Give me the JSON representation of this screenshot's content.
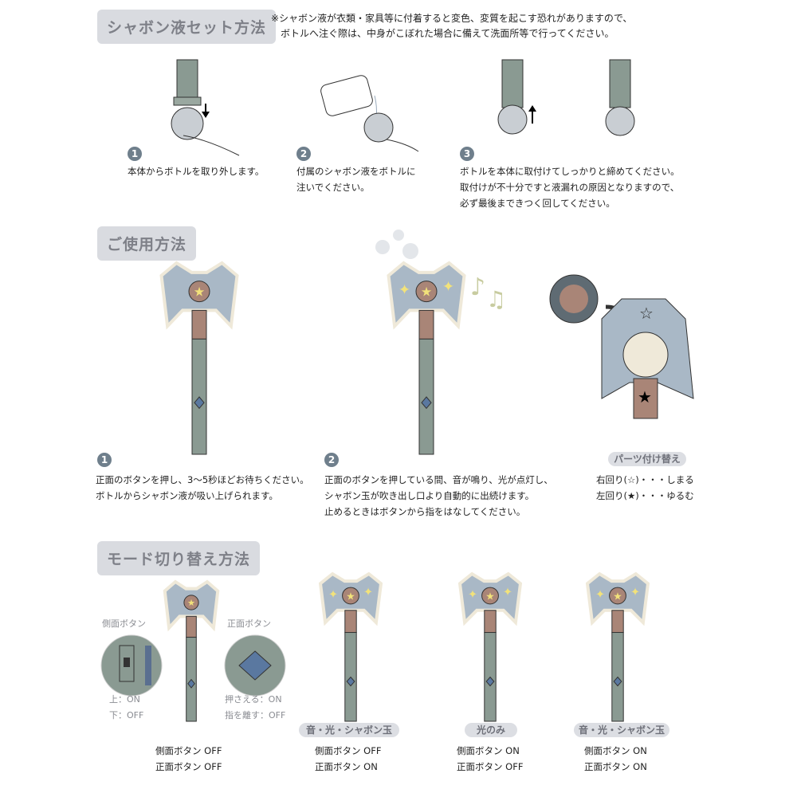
{
  "sections": {
    "setup": {
      "title": "シャボン液セット方法",
      "note_lines": [
        "※シャボン液が衣類・家具等に付着すると変色、変質を起こす恐れがありますので、",
        "ボトルへ注ぐ際は、中身がこぼれた場合に備えて洗面所等で行ってください。"
      ],
      "steps": [
        {
          "number": "1",
          "lines": [
            "本体からボトルを取り外します。"
          ]
        },
        {
          "number": "2",
          "lines": [
            "付属のシャボン液をボトルに",
            "注いでください。"
          ]
        },
        {
          "number": "3",
          "lines": [
            "ボトルを本体に取付けてしっかりと締めてください。",
            "取付けが不十分ですと液漏れの原因となりますので、",
            "必ず最後まできつく回してください。"
          ]
        }
      ]
    },
    "usage": {
      "title": "ご使用方法",
      "steps": [
        {
          "number": "1",
          "lines": [
            "正面のボタンを押し、3～5秒ほどお待ちください。",
            "ボトルからシャボン液が吸い上げられます。"
          ]
        },
        {
          "number": "2",
          "lines": [
            "正面のボタンを押している間、音が鳴り、光が点灯し、",
            "シャボン玉が吹き出し口より自動的に出続けます。",
            "止めるときはボタンから指をはなしてください。"
          ]
        }
      ],
      "parts": {
        "label": "パーツ付け替え",
        "lines": [
          "右回り(☆)・・・しまる",
          "左回り(★)・・・ゆるむ"
        ]
      }
    },
    "mode": {
      "title": "モード切り替え方法",
      "side_button": {
        "label": "側面ボタン",
        "up": "上：ON",
        "down": "下：OFF"
      },
      "front_button": {
        "label": "正面ボタン",
        "press": "押さえる：ON",
        "release": "指を離す：OFF"
      },
      "modes": [
        {
          "badge": "",
          "side": "側面ボタン  OFF",
          "front": "正面ボタン  OFF"
        },
        {
          "badge": "音・光・シャボン玉",
          "side": "側面ボタン  OFF",
          "front": "正面ボタン  ON"
        },
        {
          "badge": "光のみ",
          "side": "側面ボタン  ON",
          "front": "正面ボタン  OFF"
        },
        {
          "badge": "音・光・シャボン玉",
          "side": "側面ボタン  ON",
          "front": "正面ボタン  ON"
        }
      ]
    }
  },
  "colors": {
    "handle": "#8a9a92",
    "blade": "#a9b8c6",
    "rim": "#efe9d9",
    "copper": "#a98577",
    "header_bg": "#d9dbe0",
    "sparkle": "#f2e27a"
  }
}
